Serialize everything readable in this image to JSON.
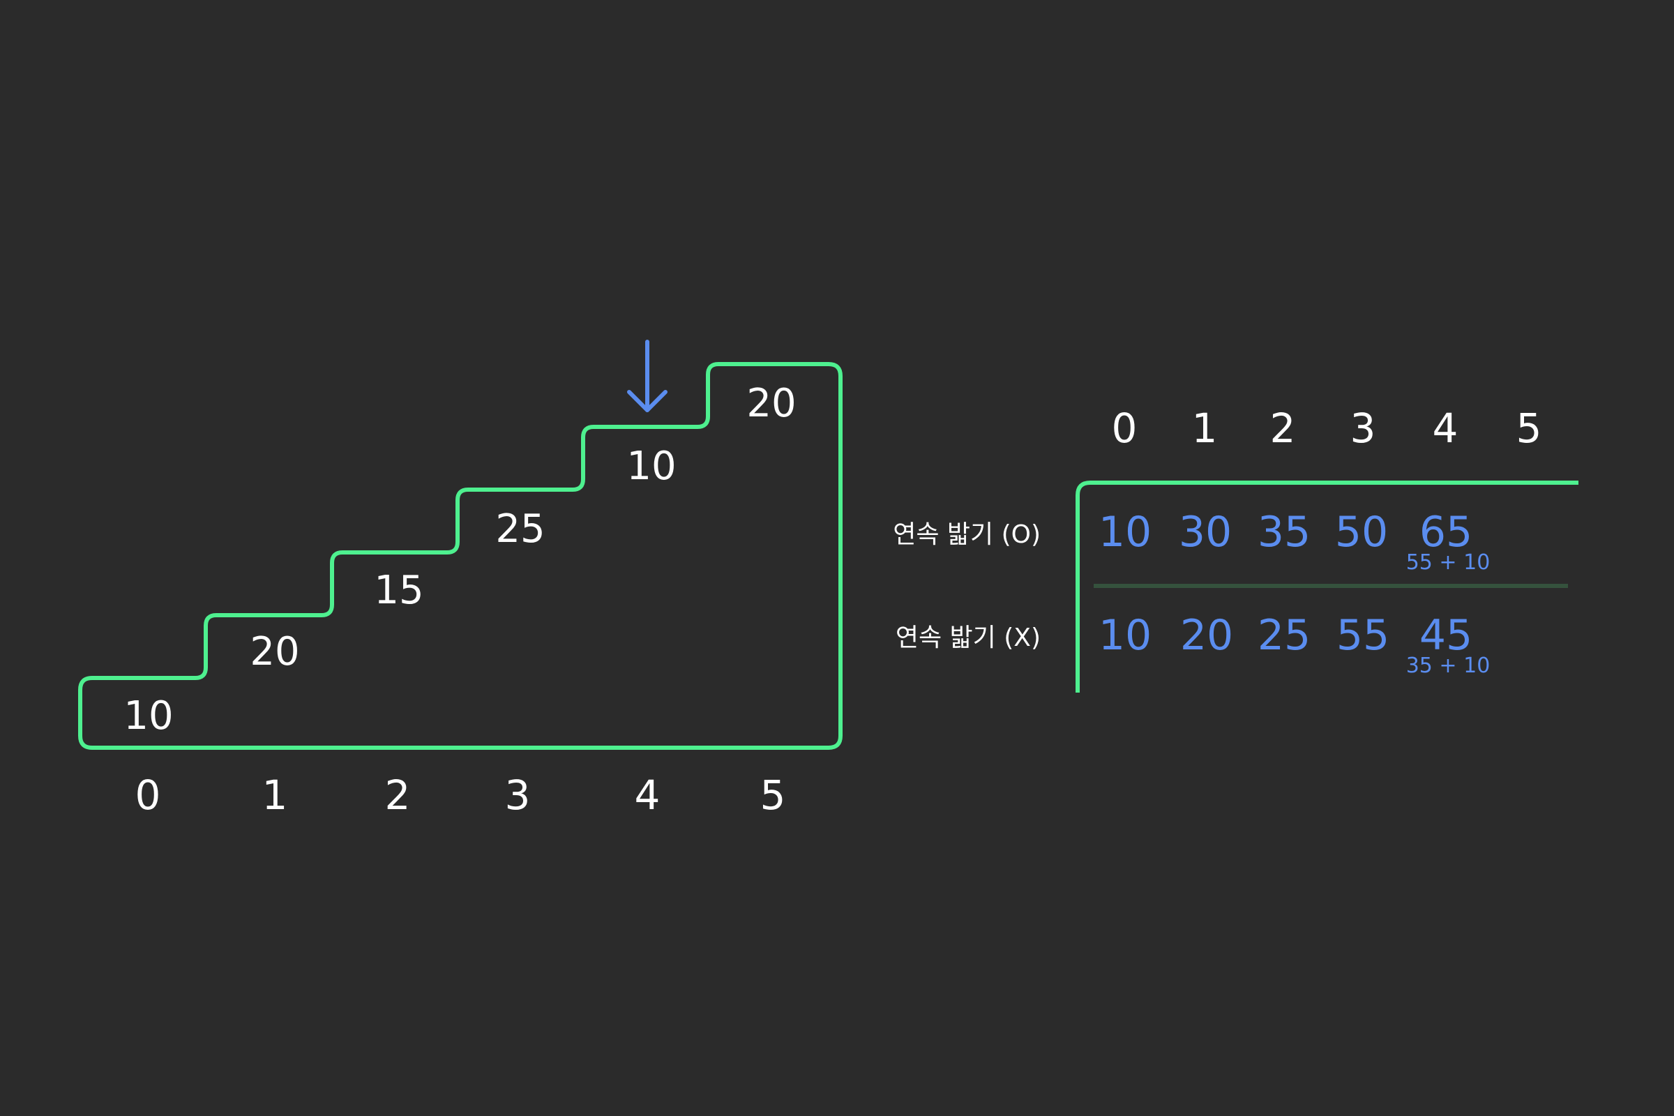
{
  "stairs": {
    "step_values": [
      "10",
      "20",
      "15",
      "25",
      "10",
      "20"
    ],
    "step_indices": [
      "0",
      "1",
      "2",
      "3",
      "4",
      "5"
    ],
    "highlighted_step": 4
  },
  "dp_table": {
    "column_headers": [
      "0",
      "1",
      "2",
      "3",
      "4",
      "5"
    ],
    "rows": [
      {
        "label": "연속 밟기 (O)",
        "values": [
          "10",
          "30",
          "35",
          "50",
          "65"
        ],
        "note": "55 + 10"
      },
      {
        "label": "연속 밟기 (X)",
        "values": [
          "10",
          "20",
          "25",
          "55",
          "45"
        ],
        "note": "35 + 10"
      }
    ]
  },
  "colors": {
    "background": "#2b2b2b",
    "outline_green": "#4ef08f",
    "value_blue": "#5b8def",
    "divider": "#35523d",
    "text_white": "#ffffff"
  },
  "icons": {
    "pointer": "arrow-down-icon"
  }
}
